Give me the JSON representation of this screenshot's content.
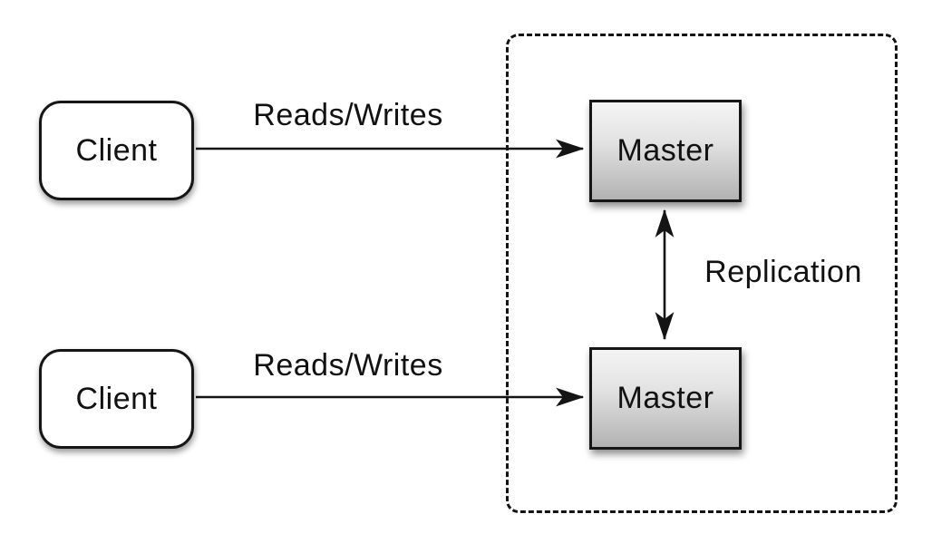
{
  "diagram": {
    "title": "master-master-replication",
    "boundary": {
      "description": "replication-group-dashed-boundary"
    },
    "nodes": {
      "client1": {
        "label": "Client"
      },
      "client2": {
        "label": "Client"
      },
      "master1": {
        "label": "Master"
      },
      "master2": {
        "label": "Master"
      }
    },
    "edges": {
      "reads_writes_top": {
        "label": "Reads/Writes",
        "from": "client1",
        "to": "master1",
        "direction": "one-way"
      },
      "reads_writes_bottom": {
        "label": "Reads/Writes",
        "from": "client2",
        "to": "master2",
        "direction": "one-way"
      },
      "replication": {
        "label": "Replication",
        "from": "master1",
        "to": "master2",
        "direction": "two-way"
      }
    },
    "colors": {
      "line": "#141414",
      "node_border": "#161616",
      "master_gradient_top": "#f4f4f4",
      "master_gradient_bottom": "#b2b2b2",
      "background": "#ffffff",
      "text": "#111111"
    }
  }
}
